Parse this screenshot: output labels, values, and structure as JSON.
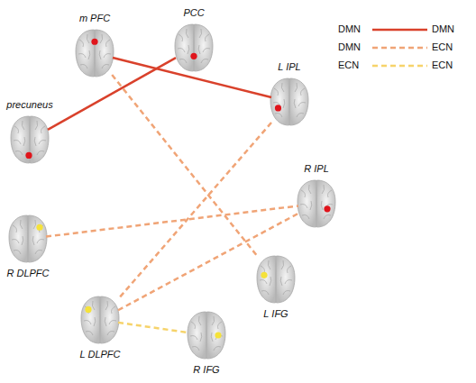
{
  "diagram": {
    "nodes": [
      {
        "text": [
          "m PFC"
        ]
      },
      {
        "text": [
          "PCC"
        ]
      },
      {
        "text": [
          "L IPL"
        ]
      },
      {
        "text": [
          "precuneus"
        ]
      },
      {
        "text": [
          "R IPL"
        ]
      },
      {
        "text": [
          "R DLPFC"
        ]
      },
      {
        "text": [
          "L IFG"
        ]
      },
      {
        "text": [
          "L DLPFC"
        ]
      },
      {
        "text": [
          "R IFG"
        ]
      }
    ],
    "edges": [
      {
        "from": 0,
        "to": 2,
        "arrow": "none"
      },
      {
        "from": 3,
        "to": 1,
        "arrow": "none"
      },
      {
        "from": 0,
        "to": 6,
        "arrow": "none"
      },
      {
        "from": 2,
        "to": 7,
        "arrow": "none"
      },
      {
        "from": 5,
        "to": 4,
        "arrow": "none"
      },
      {
        "from": 7,
        "to": 4,
        "arrow": "none"
      },
      {
        "from": 7,
        "to": 8,
        "arrow": "none"
      }
    ],
    "labels": [
      "DMN",
      "ECN",
      "ECN"
    ],
    "legend": [
      {
        "text": "DMN"
      },
      {
        "text": "DMN"
      },
      {
        "text": "ECN"
      }
    ]
  }
}
